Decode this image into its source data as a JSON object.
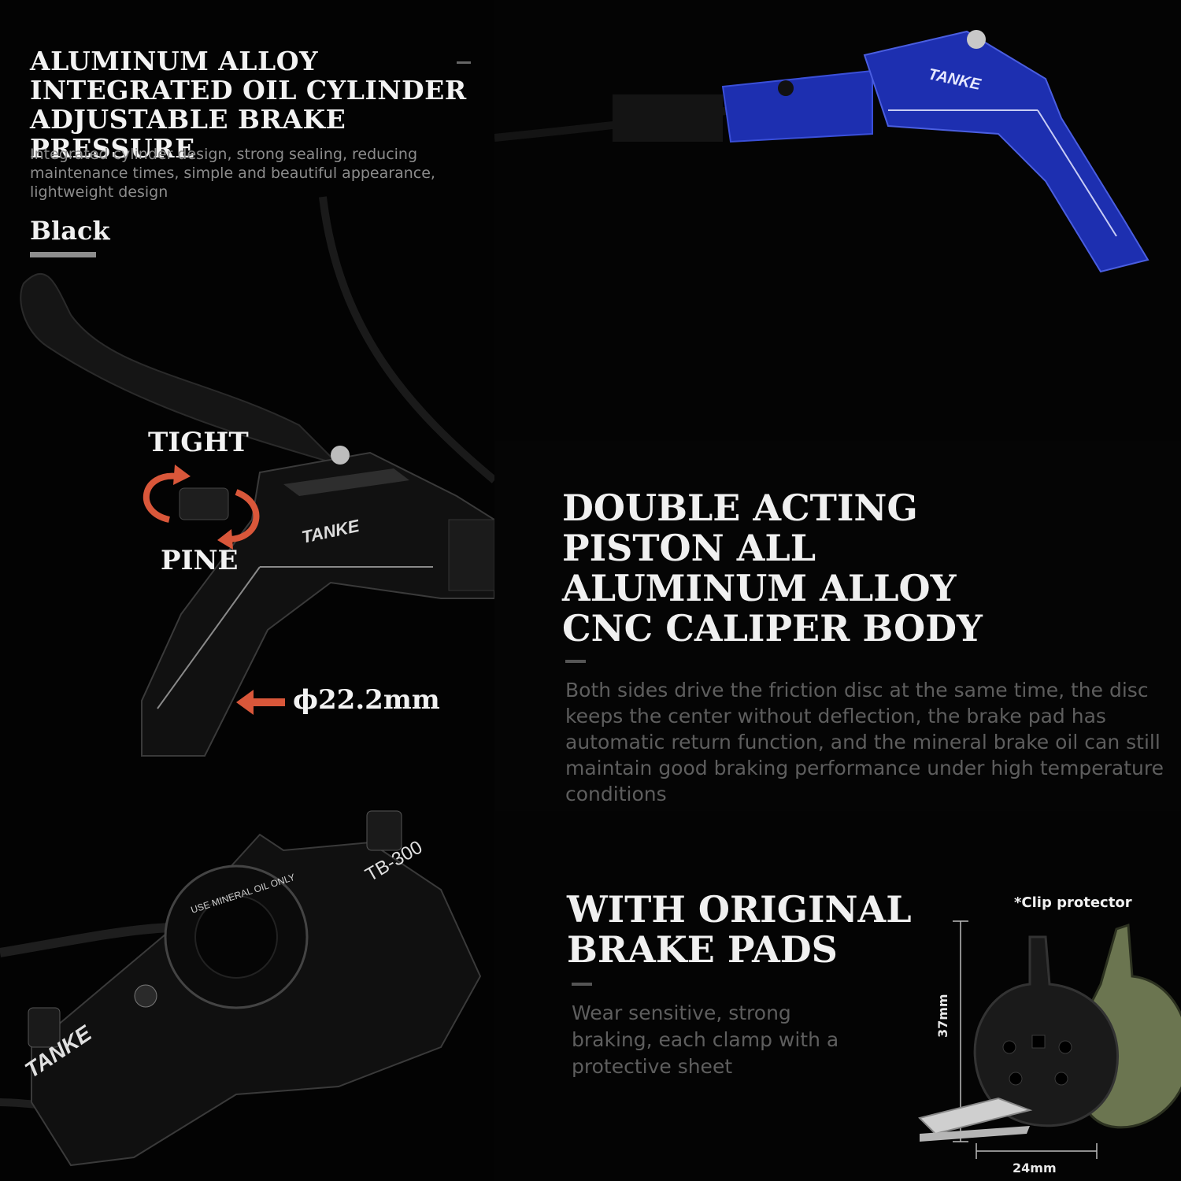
{
  "panel_left": {
    "heading_lines": [
      "ALUMINUM ALLOY",
      "INTEGRATED OIL CYLINDER",
      "ADJUSTABLE BRAKE PRESSURE"
    ],
    "description": "Integrated cylinder design, strong sealing, reducing maintenance times, simple and beautiful appearance, lightweight design",
    "color_label": "Black",
    "lever_brand": "TANKE",
    "tight_label": "TIGHT",
    "pine_label": "PINE",
    "diameter_label": "ϕ22.2mm",
    "caliper_model": "TB-300",
    "caliper_notice": "USE MINERAL OIL ONLY",
    "caliper_brand": "TANKE",
    "colors": {
      "arrow": "#d9573a",
      "lever_body": "#111111"
    }
  },
  "panel_top_right": {
    "lever_brand": "TANKE",
    "colors": {
      "lever_body": "#1d2fb0"
    }
  },
  "panel_mid_right": {
    "heading_lines": [
      "DOUBLE ACTING",
      "PISTON ALL",
      "ALUMINUM ALLOY",
      "CNC CALIPER BODY"
    ],
    "description": "Both sides drive the friction disc at the same time, the disc keeps the center without deflection, the brake pad has automatic return function, and the mineral brake oil can still maintain good braking performance under high temperature conditions"
  },
  "panel_bottom_right": {
    "heading_lines": [
      "WITH ORIGINAL",
      "BRAKE PADS"
    ],
    "description": "Wear sensitive, strong braking, each clamp with a protective sheet",
    "clip_label": "*Clip protector",
    "height_label": "37mm",
    "width_label": "24mm",
    "colors": {
      "pad_friction": "#6b7550",
      "pad_back": "#1a1a1a"
    }
  }
}
